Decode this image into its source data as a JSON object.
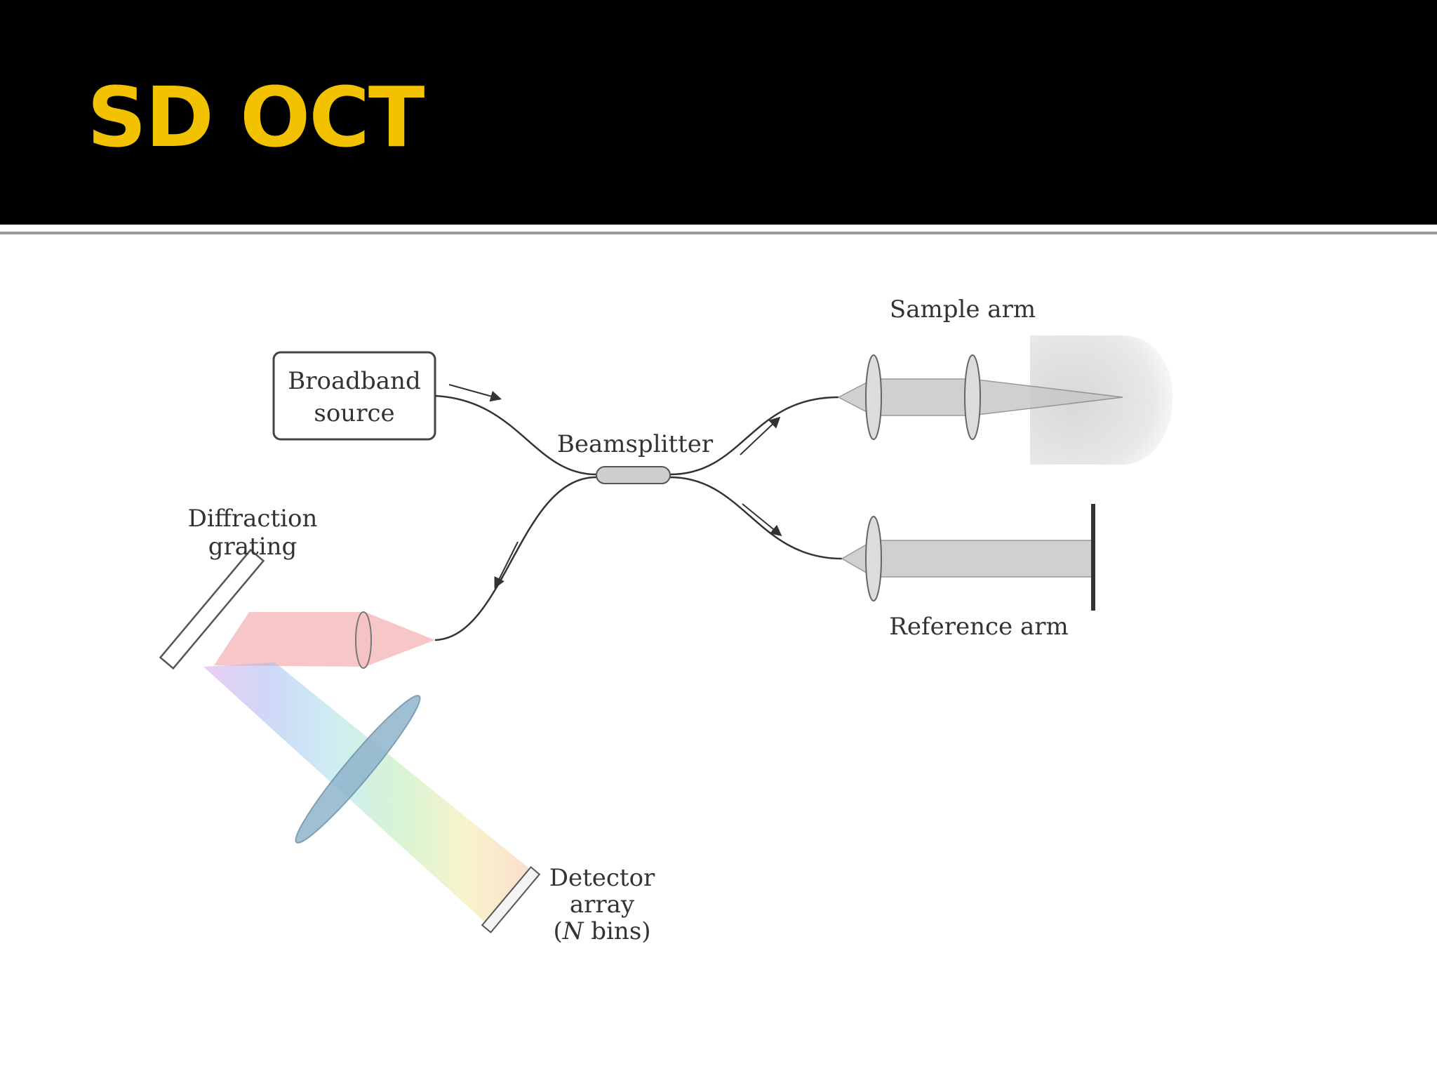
{
  "slide": {
    "title": "SD OCT"
  },
  "diagram": {
    "labels": {
      "source_line1": "Broadband",
      "source_line2": "source",
      "beamsplitter": "Beamsplitter",
      "sample_arm": "Sample arm",
      "reference_arm": "Reference arm",
      "grating_line1": "Diffraction",
      "grating_line2": "grating",
      "detector_line1": "Detector",
      "detector_line2": "array",
      "detector_line3_pre": "(",
      "detector_line3_var": "N",
      "detector_line3_post": " bins)"
    },
    "colors": {
      "title": "#f2c200",
      "title_bar": "#000000",
      "fiber": "#333333",
      "beam_gray": "#c8c8c8",
      "beam_red": "#f2a0a0",
      "lens_blue": "#8fb4cc"
    }
  }
}
